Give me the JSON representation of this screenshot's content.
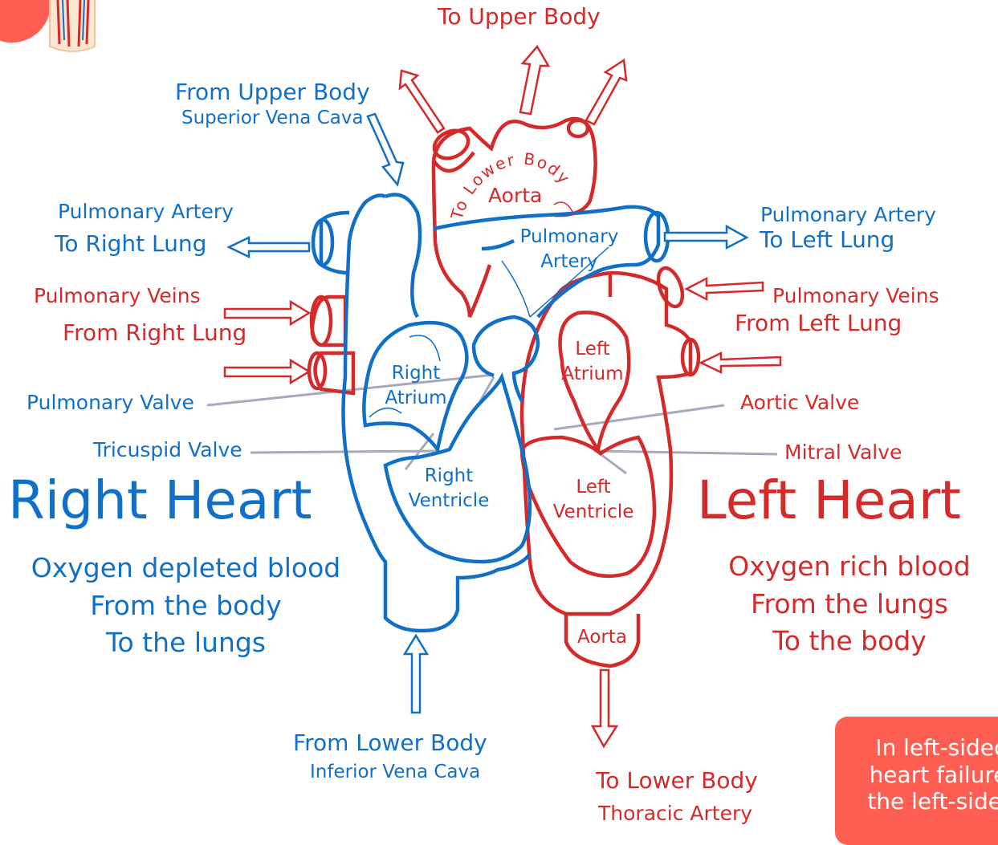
{
  "colors": {
    "deoxygenated": "#1070c8",
    "oxygenated": "#d42a2a",
    "pointer_line": "#a8a9bd",
    "callout_bg": "#ff5e52"
  },
  "top": {
    "to_upper_body": "To Upper Body"
  },
  "svc": {
    "from_upper_body": "From Upper Body",
    "superior_vena_cava": "Superior Vena Cava"
  },
  "left_side": {
    "pulmonary_artery": "Pulmonary Artery",
    "to_right_lung": "To Right Lung",
    "pulmonary_veins": "Pulmonary Veins",
    "from_right_lung": "From Right Lung",
    "pulmonary_valve": "Pulmonary Valve",
    "tricuspid_valve": "Tricuspid Valve"
  },
  "right_side": {
    "pulmonary_artery": "Pulmonary Artery",
    "to_left_lung": "To Left Lung",
    "pulmonary_veins": "Pulmonary Veins",
    "from_left_lung": "From Left Lung",
    "aortic_valve": "Aortic Valve",
    "mitral_valve": "Mitral Valve"
  },
  "inner": {
    "to_lower_body_arc": "To Lower Body",
    "aorta": "Aorta",
    "pulmonary_artery": "Pulmonary Artery",
    "right_atrium": "Right Atrium",
    "right_ventricle": "Right Ventricle",
    "left_atrium": "Left Atrium",
    "left_ventricle": "Left Ventricle",
    "aorta_lower": "Aorta"
  },
  "right_heart": {
    "title": "Right Heart",
    "line1": "Oxygen depleted blood",
    "line2": "From the body",
    "line3": "To the lungs"
  },
  "left_heart": {
    "title": "Left Heart",
    "line1": "Oxygen rich blood",
    "line2": "From the lungs",
    "line3": "To the body"
  },
  "bottom": {
    "from_lower_body": "From Lower Body",
    "inferior_vena_cava": "Inferior Vena Cava",
    "to_lower_body": "To Lower Body",
    "thoracic_artery": "Thoracic Artery"
  },
  "callout": {
    "text": "In left-sided heart failure, the left-sided"
  }
}
